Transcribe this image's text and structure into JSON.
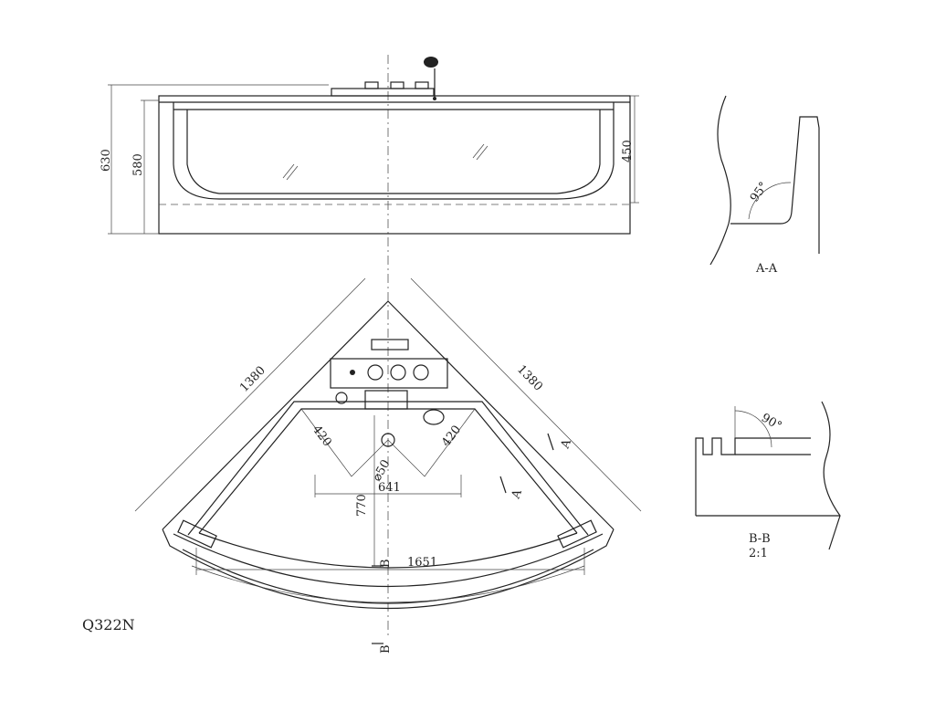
{
  "model": "Q322N",
  "elevation": {
    "height_total": "630",
    "height_inner": "580",
    "depth": "450"
  },
  "section_aa": {
    "angle": "95°",
    "label": "A-A"
  },
  "plan": {
    "side_left": "1380",
    "side_right": "1380",
    "offset_left": "420",
    "offset_right": "420",
    "drain": "⌀50",
    "drain_spacing": "641",
    "depth": "770",
    "width": "1651",
    "marker_b": "B",
    "marker_a": "A"
  },
  "section_bb": {
    "angle": "90°",
    "label": "B-B",
    "scale": "2:1"
  }
}
